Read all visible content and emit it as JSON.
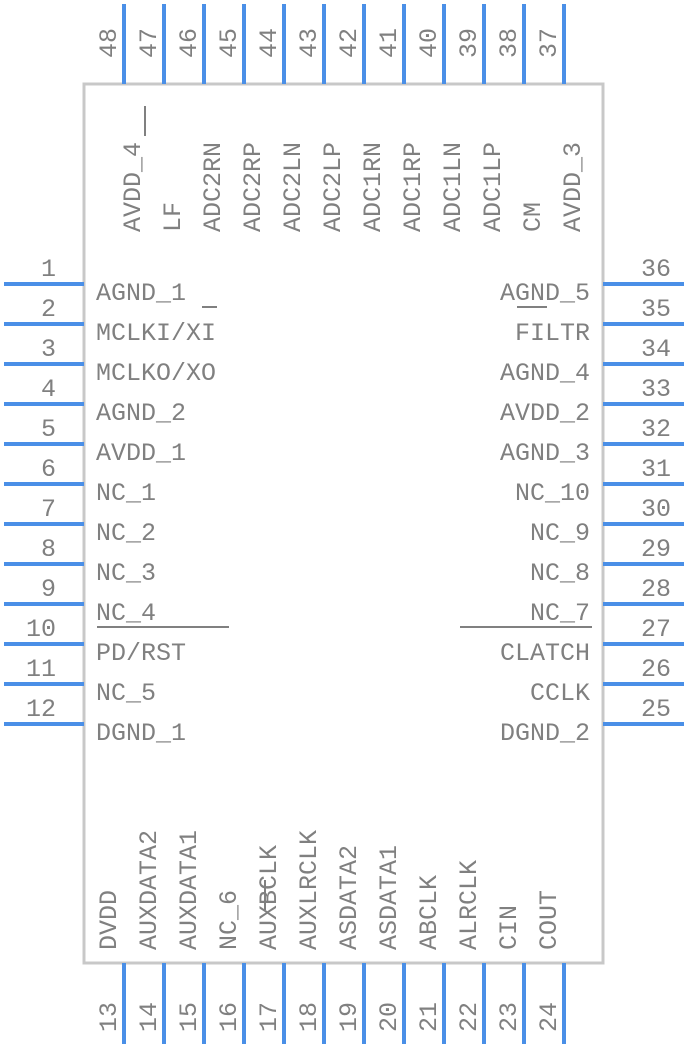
{
  "part": {
    "left_pins": [
      {
        "num": "1",
        "name": "AGND_1"
      },
      {
        "num": "2",
        "name": "MCLKI/XI"
      },
      {
        "num": "3",
        "name": "MCLKO/XO"
      },
      {
        "num": "4",
        "name": "AGND_2"
      },
      {
        "num": "5",
        "name": "AVDD_1"
      },
      {
        "num": "6",
        "name": "NC_1"
      },
      {
        "num": "7",
        "name": "NC_2"
      },
      {
        "num": "8",
        "name": "NC_3"
      },
      {
        "num": "9",
        "name": "NC_4"
      },
      {
        "num": "10",
        "name": "PD/RST"
      },
      {
        "num": "11",
        "name": "NC_5"
      },
      {
        "num": "12",
        "name": "DGND_1"
      }
    ],
    "right_pins": [
      {
        "num": "36",
        "name": "AGND_5"
      },
      {
        "num": "35",
        "name": "FILTR"
      },
      {
        "num": "34",
        "name": "AGND_4"
      },
      {
        "num": "33",
        "name": "AVDD_2"
      },
      {
        "num": "32",
        "name": "AGND_3"
      },
      {
        "num": "31",
        "name": "NC_10"
      },
      {
        "num": "30",
        "name": "NC_9"
      },
      {
        "num": "29",
        "name": "NC_8"
      },
      {
        "num": "28",
        "name": "NC_7"
      },
      {
        "num": "27",
        "name": "CLATCH"
      },
      {
        "num": "26",
        "name": "CCLK"
      },
      {
        "num": "25",
        "name": "DGND_2"
      }
    ],
    "top_pins": [
      {
        "num": "48",
        "name": "AVDD_4"
      },
      {
        "num": "47",
        "name": "LF"
      },
      {
        "num": "46",
        "name": "ADC2RN"
      },
      {
        "num": "45",
        "name": "ADC2RP"
      },
      {
        "num": "44",
        "name": "ADC2LN"
      },
      {
        "num": "43",
        "name": "ADC2LP"
      },
      {
        "num": "42",
        "name": "ADC1RN"
      },
      {
        "num": "41",
        "name": "ADC1RP"
      },
      {
        "num": "40",
        "name": "ADC1LN"
      },
      {
        "num": "39",
        "name": "ADC1LP"
      },
      {
        "num": "38",
        "name": "CM"
      },
      {
        "num": "37",
        "name": "AVDD_3"
      }
    ],
    "bottom_pins": [
      {
        "num": "13",
        "name": "DVDD"
      },
      {
        "num": "14",
        "name": "AUXDATA2"
      },
      {
        "num": "15",
        "name": "AUXDATA1"
      },
      {
        "num": "16",
        "name": "NC_6"
      },
      {
        "num": "17",
        "name": "AUXBCLK"
      },
      {
        "num": "18",
        "name": "AUXLRCLK"
      },
      {
        "num": "19",
        "name": "ASDATA2"
      },
      {
        "num": "20",
        "name": "ASDATA1"
      },
      {
        "num": "21",
        "name": "ABCLK"
      },
      {
        "num": "22",
        "name": "ALRCLK"
      },
      {
        "num": "23",
        "name": "CIN"
      },
      {
        "num": "24",
        "name": "COUT"
      }
    ]
  }
}
